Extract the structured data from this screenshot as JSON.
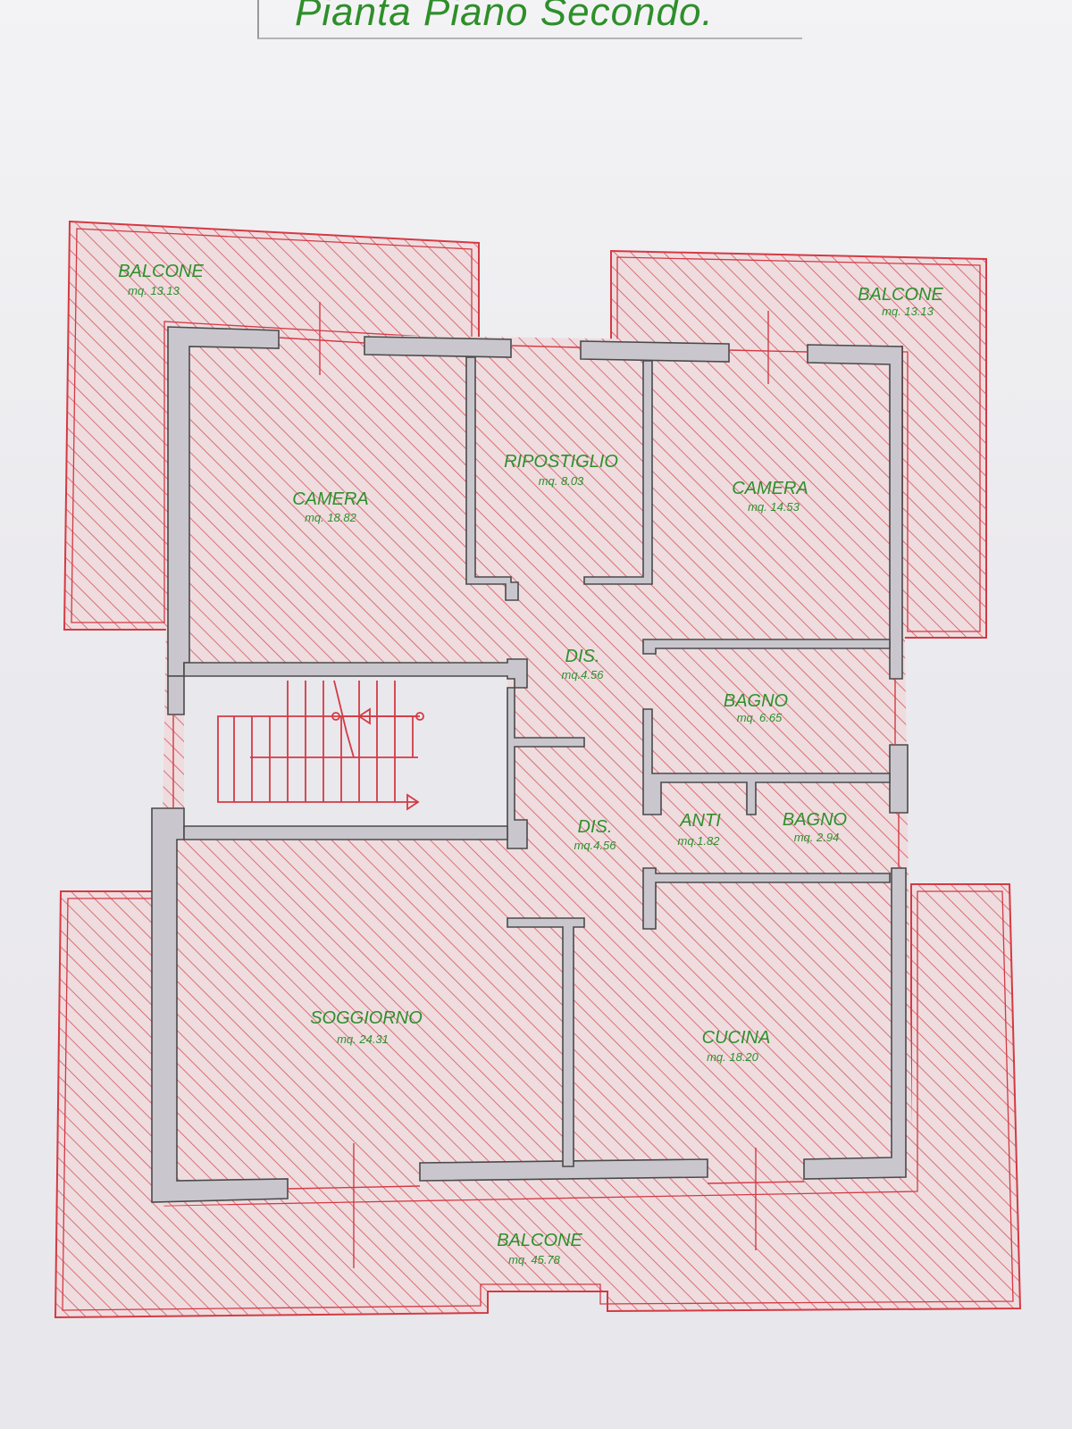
{
  "title": "Pianta Piano Secondo.",
  "colors": {
    "hatch": "#d6555c",
    "outline": "#d43a44",
    "wall_fill": "#c9c7cd",
    "wall_stroke": "#4a4a4a",
    "label": "#2f8f2c"
  },
  "rooms": {
    "balcone_top_left": {
      "name": "BALCONE",
      "area": "mq. 13.13"
    },
    "balcone_top_right": {
      "name": "BALCONE",
      "area": "mq. 13.13"
    },
    "camera_left": {
      "name": "CAMERA",
      "area": "mq. 18.82"
    },
    "ripostiglio": {
      "name": "RIPOSTIGLIO",
      "area": "mq. 8.03"
    },
    "camera_right": {
      "name": "CAMERA",
      "area": "mq. 14.53"
    },
    "dis_upper": {
      "name": "DIS.",
      "area": "mq.4.56"
    },
    "bagno_large": {
      "name": "BAGNO",
      "area": "mq. 6.65"
    },
    "dis_lower": {
      "name": "DIS.",
      "area": "mq.4.56"
    },
    "anti": {
      "name": "ANTI",
      "area": "mq.1.82"
    },
    "bagno_small": {
      "name": "BAGNO",
      "area": "mq. 2.94"
    },
    "soggiorno": {
      "name": "SOGGIORNO",
      "area": "mq. 24.31"
    },
    "cucina": {
      "name": "CUCINA",
      "area": "mq. 18.20"
    },
    "balcone_bottom": {
      "name": "BALCONE",
      "area": "mq. 45.78"
    }
  }
}
